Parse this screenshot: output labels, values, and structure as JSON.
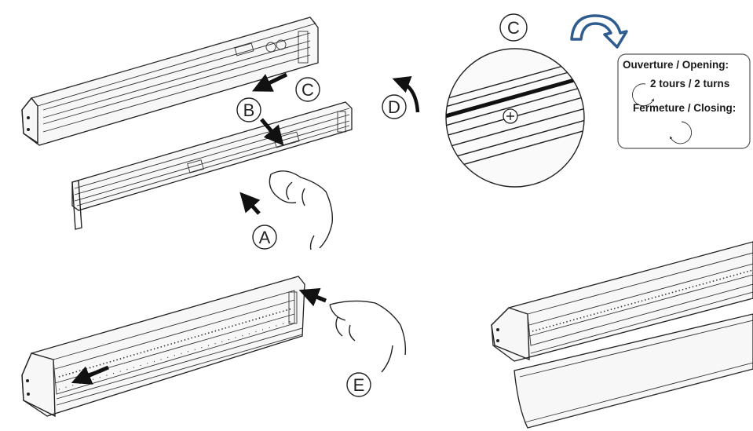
{
  "callouts": {
    "A": "A",
    "B": "B",
    "C_top": "C",
    "C_magnified": "C",
    "D": "D",
    "E": "E"
  },
  "info_box": {
    "opening_title": "Ouverture / Opening:",
    "opening_turns": "2 tours / 2 turns",
    "closing_title": "Fermeture / Closing:"
  },
  "colors": {
    "rotate_arrow": "#2f5c8f",
    "line": "#222222"
  },
  "icons": {
    "rotate": "curved-arrow-icon",
    "ccw": "counterclockwise-icon",
    "cw": "clockwise-icon"
  }
}
